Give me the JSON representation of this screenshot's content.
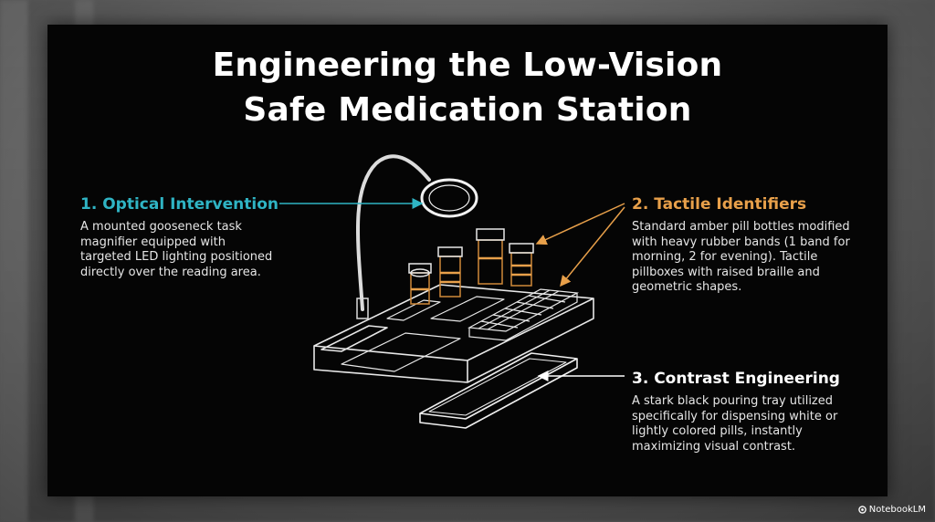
{
  "slide": {
    "title_line1": "Engineering the Low-Vision",
    "title_line2": "Safe Medication Station"
  },
  "callouts": [
    {
      "heading": "1. Optical Intervention",
      "body": "A mounted gooseneck task magnifier equipped with targeted LED lighting positioned directly over the reading area.",
      "color": "#2fb4c4"
    },
    {
      "heading": "2. Tactile Identifiers",
      "body": "Standard amber pill bottles modified with heavy rubber bands (1 band for morning, 2 for evening). Tactile pillboxes with raised braille and geometric shapes.",
      "color": "#e8a04a"
    },
    {
      "heading": "3. Contrast Engineering",
      "body": "A stark black pouring tray utilized specifically for dispensing white or lightly colored pills, instantly maximizing visual contrast.",
      "color": "#ffffff"
    }
  ],
  "watermark": {
    "label": "NotebookLM",
    "icon": "notebooklm-logo-icon"
  }
}
